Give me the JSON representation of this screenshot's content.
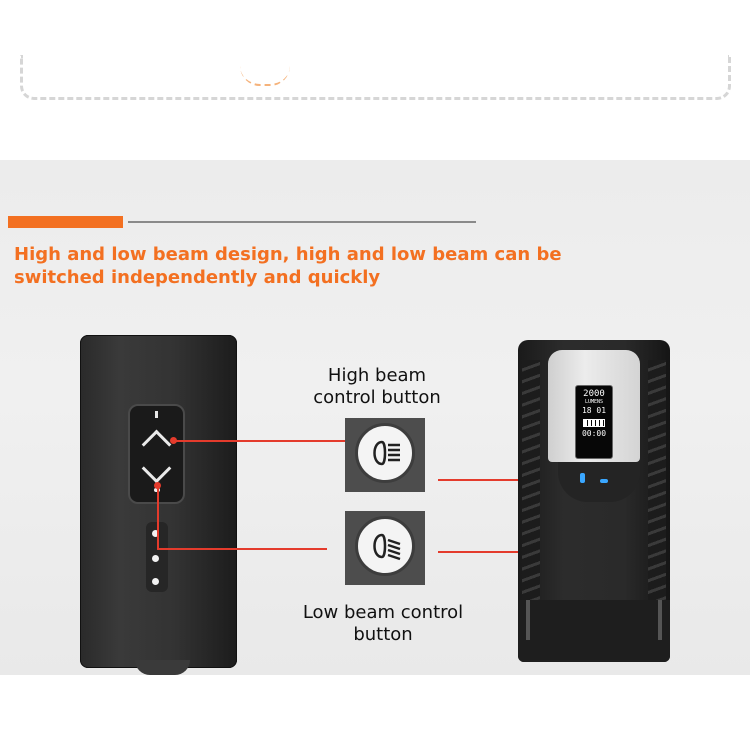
{
  "headline": {
    "line1": "High and low beam design, high and low beam can be",
    "line2": "switched independently and quickly"
  },
  "labels": {
    "high_beam": [
      "High beam",
      "control button"
    ],
    "low_beam": [
      "Low beam control",
      "button"
    ]
  },
  "display": {
    "lumens_value": "2000",
    "lumens_unit": "LUMENS",
    "mode_readout": "18 01",
    "timer": "00:00"
  },
  "colors": {
    "accent_orange": "#f37021",
    "connector_red": "#e43b2c",
    "indicator_blue": "#3aa7ff"
  },
  "icons": {
    "high_beam": "high-beam-headlight-icon",
    "low_beam": "low-beam-headlight-icon"
  }
}
